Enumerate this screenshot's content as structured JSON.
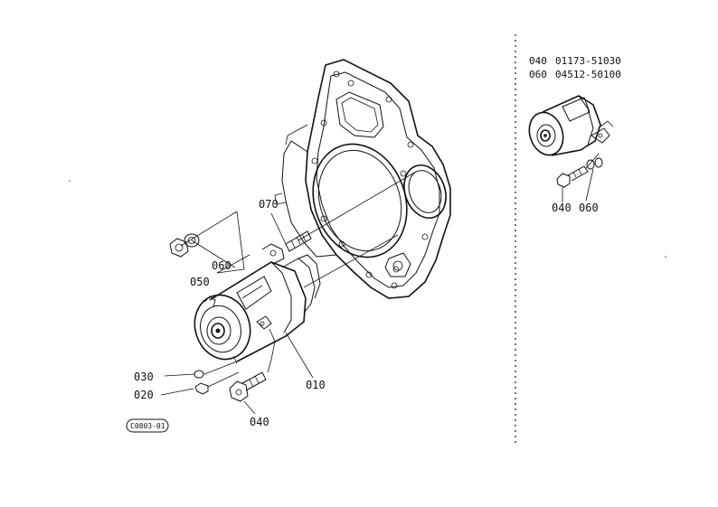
{
  "labels": {
    "p070": "070",
    "p060": "060",
    "p050": "050",
    "p010": "010",
    "p030": "030",
    "p020": "020",
    "p040": "040"
  },
  "stamp": "C0803-01",
  "inset": {
    "legend": [
      {
        "num": "040",
        "part": "01173-51030"
      },
      {
        "num": "060",
        "part": "04512-50100"
      }
    ],
    "label_040": "040",
    "label_060": "060"
  }
}
